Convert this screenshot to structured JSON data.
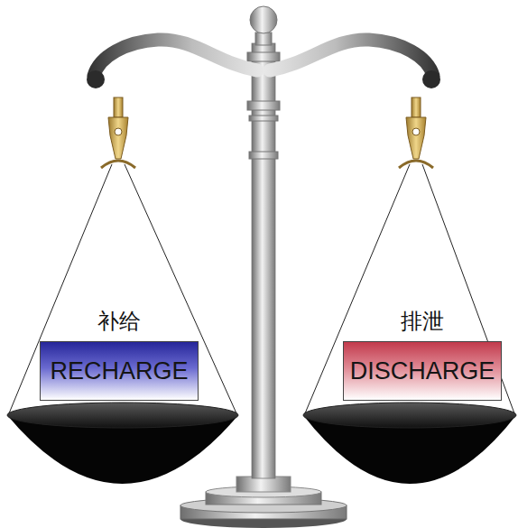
{
  "diagram": {
    "nodes": [
      {
        "text": [
          "补给",
          "RECHARGE"
        ]
      },
      {
        "text": [
          "排泄",
          "DISCHARGE"
        ]
      }
    ]
  }
}
